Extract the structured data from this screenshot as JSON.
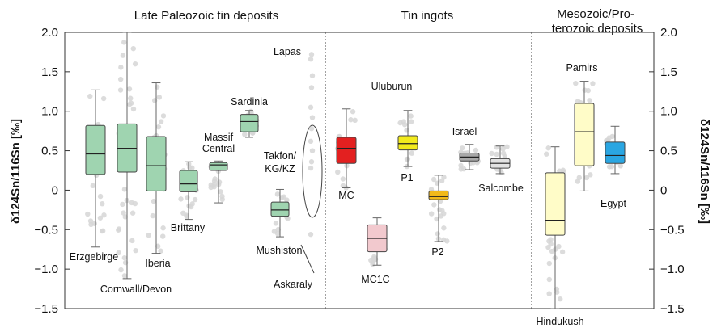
{
  "chart_data": {
    "type": "box",
    "ylabel_left": "δ124Sn/116Sn [‰]",
    "ylabel_right": "δ124Sn/116Sn [‰]",
    "ylim": [
      -1.5,
      2.0
    ],
    "yticks": [
      -1.5,
      -1.0,
      -0.5,
      0,
      0.5,
      1.0,
      1.5,
      2.0
    ],
    "ytick_labels": [
      "−1.5",
      "−1.0",
      "−0.5",
      "0",
      "0.5",
      "1.0",
      "1.5",
      "2.0"
    ],
    "groups": [
      {
        "label": "Late Paleozoic tin deposits"
      },
      {
        "label": "Tin ingots"
      },
      {
        "label": "Mesozoic/Pro-",
        "label2": "terozoic deposits"
      }
    ],
    "boxes": [
      {
        "name": "Erzgebirge",
        "color": "#9fd4b0",
        "min": -0.72,
        "q1": 0.2,
        "median": 0.46,
        "q3": 0.82,
        "max": 1.27
      },
      {
        "name": "Cornwall/Devon",
        "color": "#9fd4b0",
        "min": -1.12,
        "q1": 0.23,
        "median": 0.53,
        "q3": 0.84,
        "max": 2.0
      },
      {
        "name": "Iberia",
        "color": "#9fd4b0",
        "min": -0.8,
        "q1": -0.01,
        "median": 0.31,
        "q3": 0.68,
        "max": 1.36
      },
      {
        "name": "Brittany",
        "color": "#9fd4b0",
        "min": -0.37,
        "q1": -0.02,
        "median": 0.08,
        "q3": 0.25,
        "max": 0.36
      },
      {
        "name": "Massif",
        "name2": "Central",
        "color": "#9fd4b0",
        "min": -0.16,
        "q1": 0.25,
        "median": 0.32,
        "q3": 0.35,
        "max": 0.37
      },
      {
        "name": "Sardinia",
        "color": "#9fd4b0",
        "min": 0.67,
        "q1": 0.74,
        "median": 0.87,
        "q3": 0.96,
        "max": 1.01
      },
      {
        "name": "Mushiston",
        "color": "#9fd4b0",
        "min": -0.59,
        "q1": -0.33,
        "median": -0.25,
        "q3": -0.15,
        "max": 0.01
      },
      {
        "name": "MC",
        "color": "#e32020",
        "min": 0.03,
        "q1": 0.34,
        "median": 0.53,
        "q3": 0.67,
        "max": 1.03
      },
      {
        "name": "MC1C",
        "color": "#f2c9ce",
        "min": -0.95,
        "q1": -0.78,
        "median": -0.61,
        "q3": -0.44,
        "max": -0.35
      },
      {
        "name": "P1",
        "color": "#f2ea1c",
        "min": 0.3,
        "q1": 0.51,
        "median": 0.59,
        "q3": 0.69,
        "max": 1.01
      },
      {
        "name": "P2",
        "color": "#f2b91a",
        "min": -0.65,
        "q1": -0.12,
        "median": -0.08,
        "q3": -0.01,
        "max": 0.19
      },
      {
        "name": "Israel",
        "color": "#a8a8a8",
        "min": 0.26,
        "q1": 0.37,
        "median": 0.42,
        "q3": 0.47,
        "max": 0.58
      },
      {
        "name": "Salcombe",
        "color": "#e2e2e2",
        "min": 0.21,
        "q1": 0.28,
        "median": 0.34,
        "q3": 0.4,
        "max": 0.56
      },
      {
        "name": "Hindukush",
        "color": "#fffcc8",
        "min": -1.5,
        "q1": -0.57,
        "median": -0.38,
        "q3": 0.22,
        "max": 0.55
      },
      {
        "name": "Pamirs",
        "color": "#fffcc8",
        "min": -0.01,
        "q1": 0.31,
        "median": 0.74,
        "q3": 1.1,
        "max": 1.38
      },
      {
        "name": "Egypt",
        "color": "#2aa6e2",
        "min": 0.21,
        "q1": 0.34,
        "median": 0.44,
        "q3": 0.61,
        "max": 0.81
      }
    ],
    "annotations": [
      {
        "text": "Lapas"
      },
      {
        "text": "Uluburun"
      },
      {
        "text": "Takfon/",
        "text2": "KG/KZ"
      },
      {
        "text": "Askaraly"
      }
    ]
  }
}
